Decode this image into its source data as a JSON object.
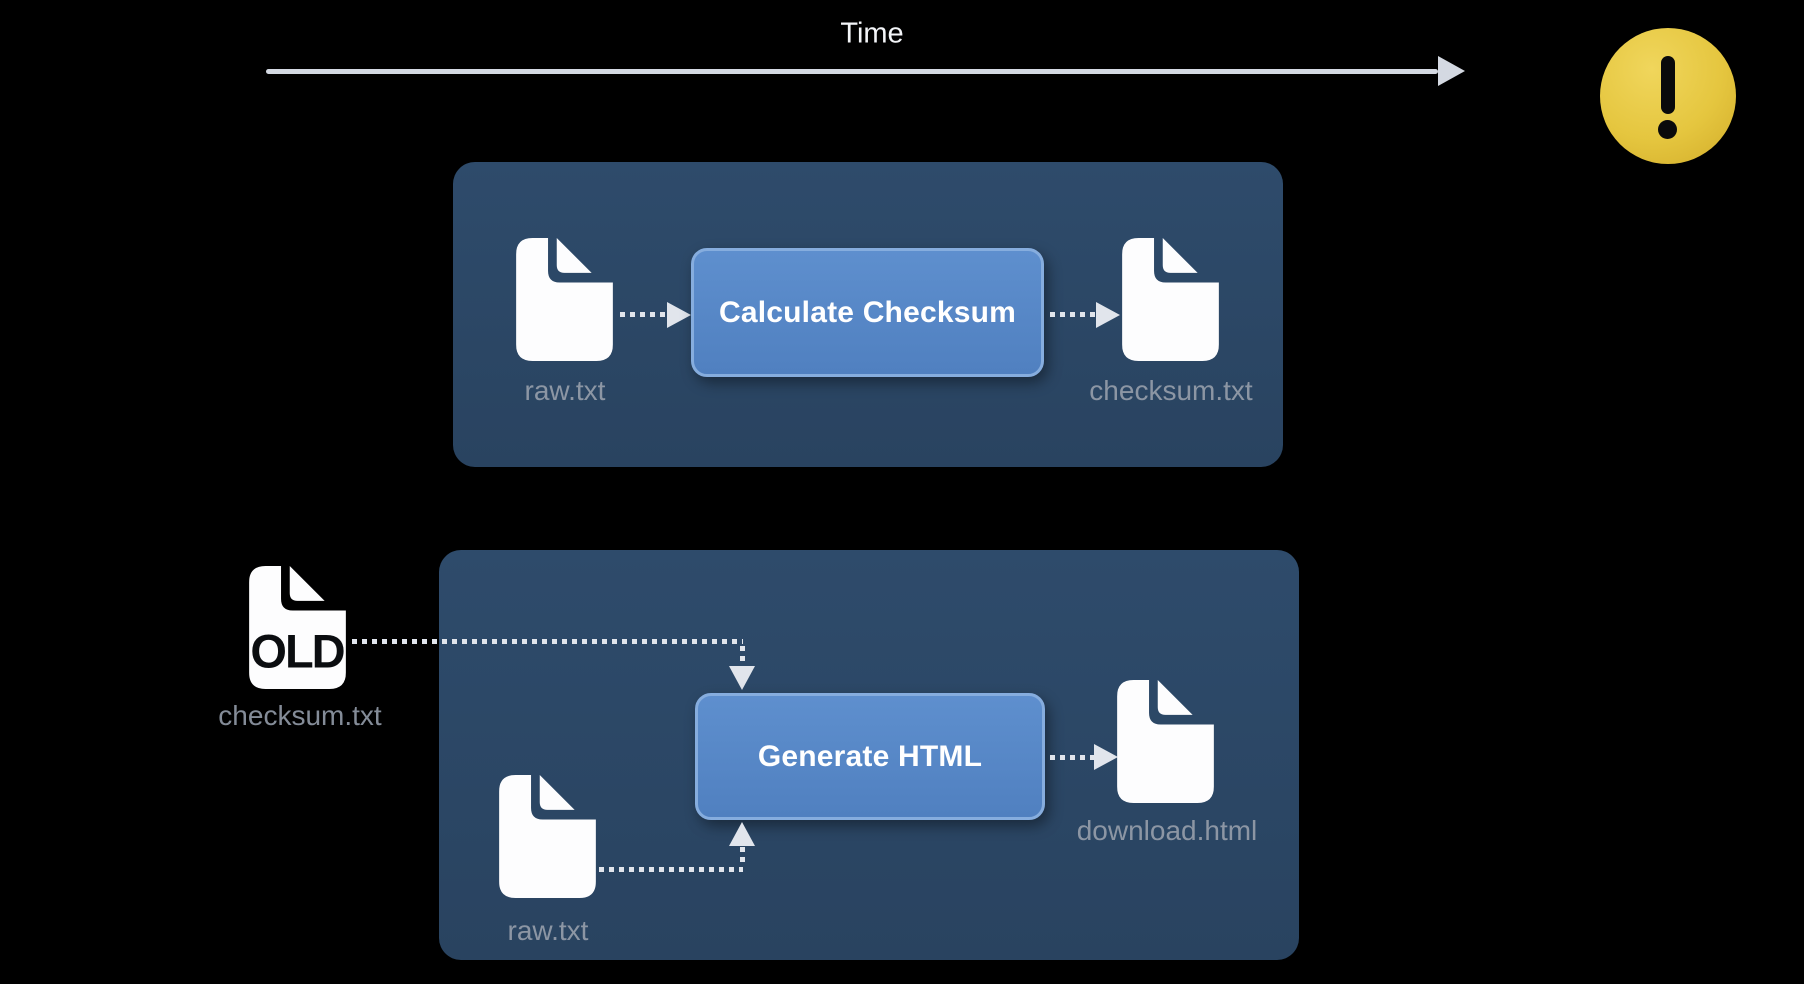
{
  "timeline": {
    "label": "Time"
  },
  "warning_icon": {
    "glyph": "!",
    "color": "#E5C63F"
  },
  "step1": {
    "process_label": "Calculate Checksum",
    "input_file": "raw.txt",
    "output_file": "checksum.txt"
  },
  "step2": {
    "process_label": "Generate HTML",
    "stale_input_badge": "OLD",
    "stale_input_file": "checksum.txt",
    "input_file": "raw.txt",
    "output_file": "download.html"
  },
  "palette": {
    "background": "#000000",
    "panel": "#2B4765",
    "process_box": "#5787C7",
    "process_border": "#86ADDE",
    "file_label": "#8C96A4",
    "connector": "#E1E5EC",
    "warning": "#E5C63F"
  }
}
